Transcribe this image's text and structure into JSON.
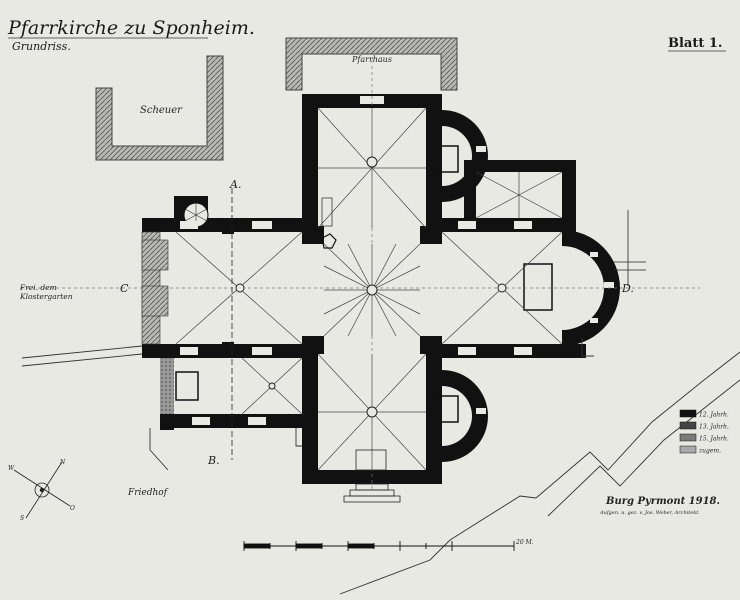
{
  "title": "Pfarrkirche zu Sponheim.",
  "subtitle": "Grundriss.",
  "sheet_label": "Blatt 1.",
  "labels": {
    "pfarrhaus": "Pfarrhaus",
    "scheuer": "Scheuer",
    "friedhof": "Friedhof",
    "klostergarten_line1": "Frei. dem",
    "klostergarten_line2": "Klostergarten",
    "section_a": "A.",
    "section_b": "B.",
    "section_c": "C",
    "section_d": "D."
  },
  "legend": [
    {
      "label": "12. Jahrh.",
      "color": "#111111"
    },
    {
      "label": "13. Jahrh.",
      "color": "#444444"
    },
    {
      "label": "15. Jahrh.",
      "color": "#7a7a7a"
    },
    {
      "label": "zugem.",
      "color": "#a8a8a8"
    }
  ],
  "signature": {
    "name": "Burg Pyrmont 1918.",
    "note": "Aufgen. u. gez. v. Jos. Weber, Architekt."
  },
  "scale_label": "20 M.",
  "colors": {
    "paper": "#e9e9e4",
    "ink": "#111111",
    "hatch": "#7a7a7a"
  }
}
